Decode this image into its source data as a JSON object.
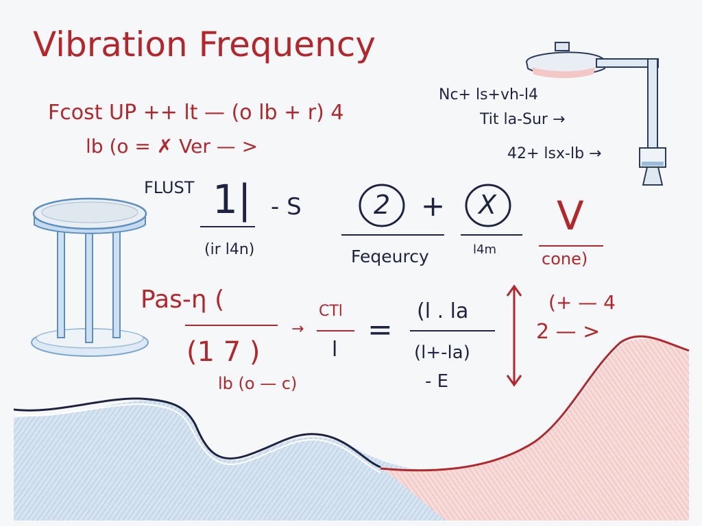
{
  "title": "Vibration Frequency",
  "left_notes": {
    "line1": "Fcost UP ++ lt — (o lb + r)  4",
    "line2": "lb (o = ✗ Ver — >"
  },
  "right_notes": {
    "line1": "Nc+ ls+vh-l4",
    "line2": "Tit la-Sur →",
    "line3": "42+ lsx-lb →"
  },
  "row1": {
    "label": "FLUST",
    "num1": "1|",
    "op1": "- S",
    "den1": "(ir l4n)",
    "circle1": "2",
    "op2": "+",
    "den2": "Feqeurcy",
    "circle2": "X",
    "den3": "l4m",
    "letter": "V",
    "den4": "cone)"
  },
  "row2": {
    "label": "Pas-η (",
    "frac1_den": "(1 7 )",
    "below": "lb (o — c)",
    "arrow": "→",
    "frac2_num": "CTl",
    "frac2_den": "l",
    "equals": "=",
    "frac3_num": "(l . la",
    "frac3_den": "(l+-la)",
    "frac3_extra": "- E",
    "right1": "(+ — 4",
    "right2": "2 — >"
  },
  "colors": {
    "red": "#b3262b",
    "navy": "#1d2340",
    "blue_fill": "#c9dbec",
    "red_fill": "#f2c9c7"
  },
  "icons": [
    "table-icon",
    "lamp-icon",
    "wave-curve"
  ]
}
